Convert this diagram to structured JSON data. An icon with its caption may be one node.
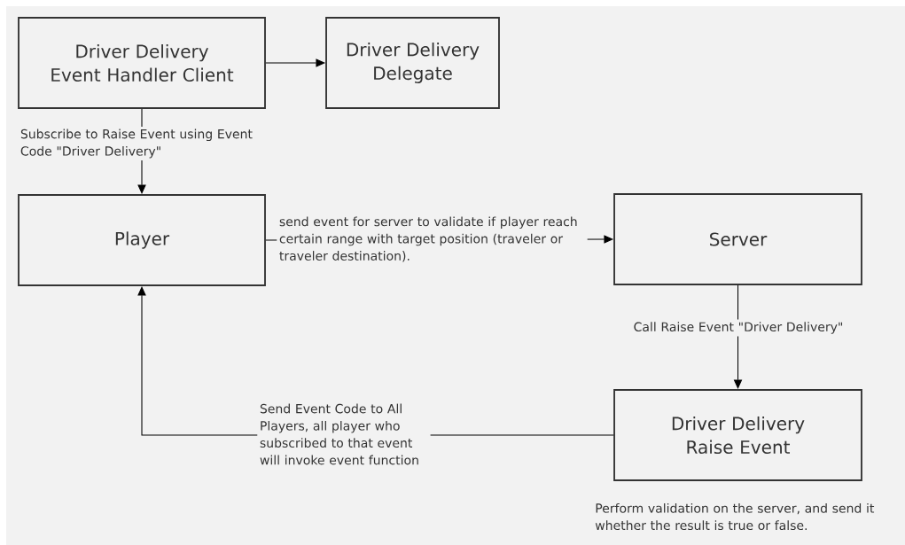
{
  "diagram": {
    "nodes": [
      {
        "text": [
          "Driver Delivery Event Handler Client"
        ]
      },
      {
        "text": [
          "Driver Delivery Delegate"
        ]
      },
      {
        "text": [
          "Player"
        ]
      },
      {
        "text": [
          "Server"
        ]
      },
      {
        "text": [
          "Driver Delivery Raise Event"
        ],
        "beside": [
          "Perform validation on the server, and send it whether the result is true or false."
        ]
      }
    ],
    "edges": [
      {
        "from": 0,
        "to": 1,
        "arrow": "to"
      },
      {
        "from": 0,
        "to": 2,
        "arrow": "to",
        "label": "Subscribe to Raise Event using Event Code \"Driver Delivery\""
      },
      {
        "from": 2,
        "to": 3,
        "arrow": "to",
        "label": "send event for server to validate if player reach certain range with target position (traveler or traveler destination)."
      },
      {
        "from": 3,
        "to": 4,
        "arrow": "to",
        "label": "Call Raise Event \"Driver Delivery\""
      },
      {
        "from": 4,
        "to": 2,
        "arrow": "to",
        "label": "Send Event Code to All Players, all player who subscribed to that event will invoke event function"
      }
    ]
  }
}
